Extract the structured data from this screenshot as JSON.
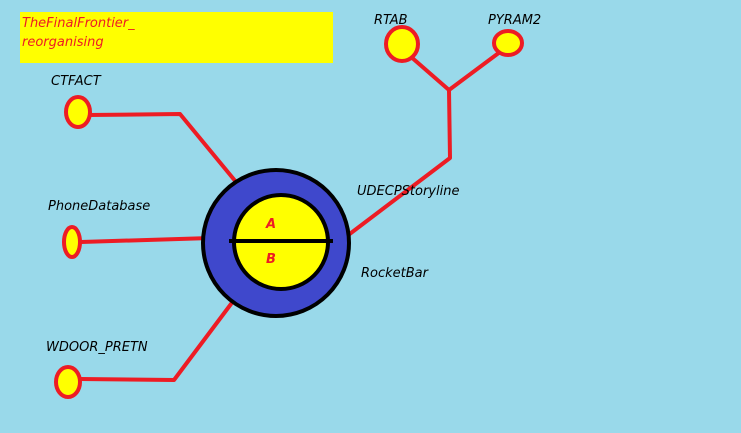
{
  "title": "TheFinalFrontier_\nreorganising",
  "hub": {
    "top_label": "A",
    "bottom_label": "B"
  },
  "labels": {
    "ctfact": "CTFACT",
    "phone_database": "PhoneDatabase",
    "wdoor_pretn": "WDOOR_PRETN",
    "rtab": "RTAB",
    "pyram2": "PYRAM2",
    "udecp_storyline": "UDECPStoryline",
    "rocketbar": "RocketBar"
  },
  "colors": {
    "background": "#99d9ea",
    "node_fill": "#ffff00",
    "node_outline": "#ed1c24",
    "connector": "#ed1c24",
    "hub_ring": "#3f48cc",
    "hub_outline": "#000000",
    "title_box": "#ffff00"
  }
}
